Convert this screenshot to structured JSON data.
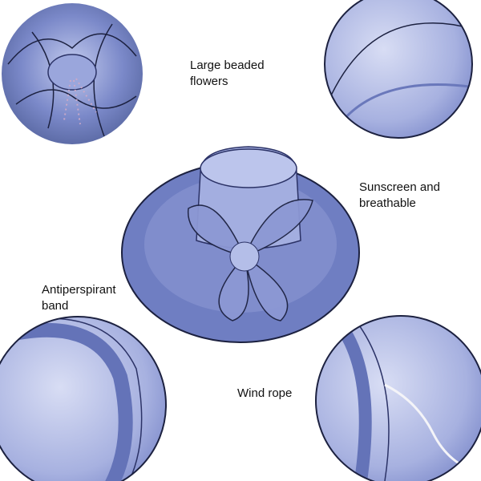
{
  "colors": {
    "hat": "#7684c4",
    "hat_dark": "#4f5ea8",
    "hat_light": "#b9c2e8",
    "trim": "#1c2140"
  },
  "callouts": {
    "flowers": {
      "line1": "Large beaded",
      "line2": "flowers"
    },
    "sunscreen": {
      "line1": "Sunscreen and",
      "line2": "breathable"
    },
    "band": {
      "line1": "Antiperspirant",
      "line2": "band"
    },
    "rope": {
      "line1": "Wind rope"
    }
  }
}
